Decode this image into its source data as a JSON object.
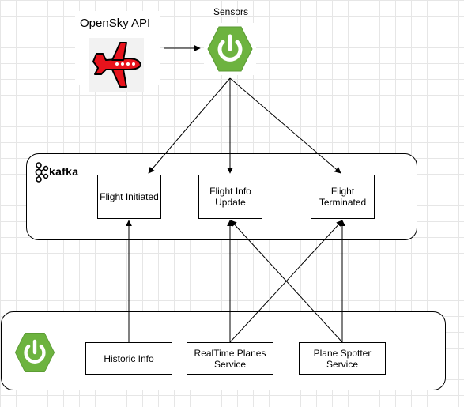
{
  "diagram": {
    "sources": {
      "opensky_label": "OpenSky API",
      "opensky_icon": "red-airplane-icon",
      "sensors_label": "Sensors",
      "sensors_icon": "spring-power-icon"
    },
    "kafka": {
      "logo_text": "kafka",
      "logo_icon": "kafka-logo-icon",
      "topics": [
        {
          "label": "Flight Initiated"
        },
        {
          "label": "Flight Info\nUpdate"
        },
        {
          "label": "Flight\nTerminated"
        }
      ]
    },
    "services": {
      "group_icon": "spring-power-icon",
      "items": [
        {
          "label": "Historic Info"
        },
        {
          "label": "RealTime Planes\nService"
        },
        {
          "label": "Plane Spotter\nService"
        }
      ]
    },
    "colors": {
      "spring_green": "#6db33f",
      "airplane_red": "#e8131c",
      "line": "#000000"
    }
  }
}
